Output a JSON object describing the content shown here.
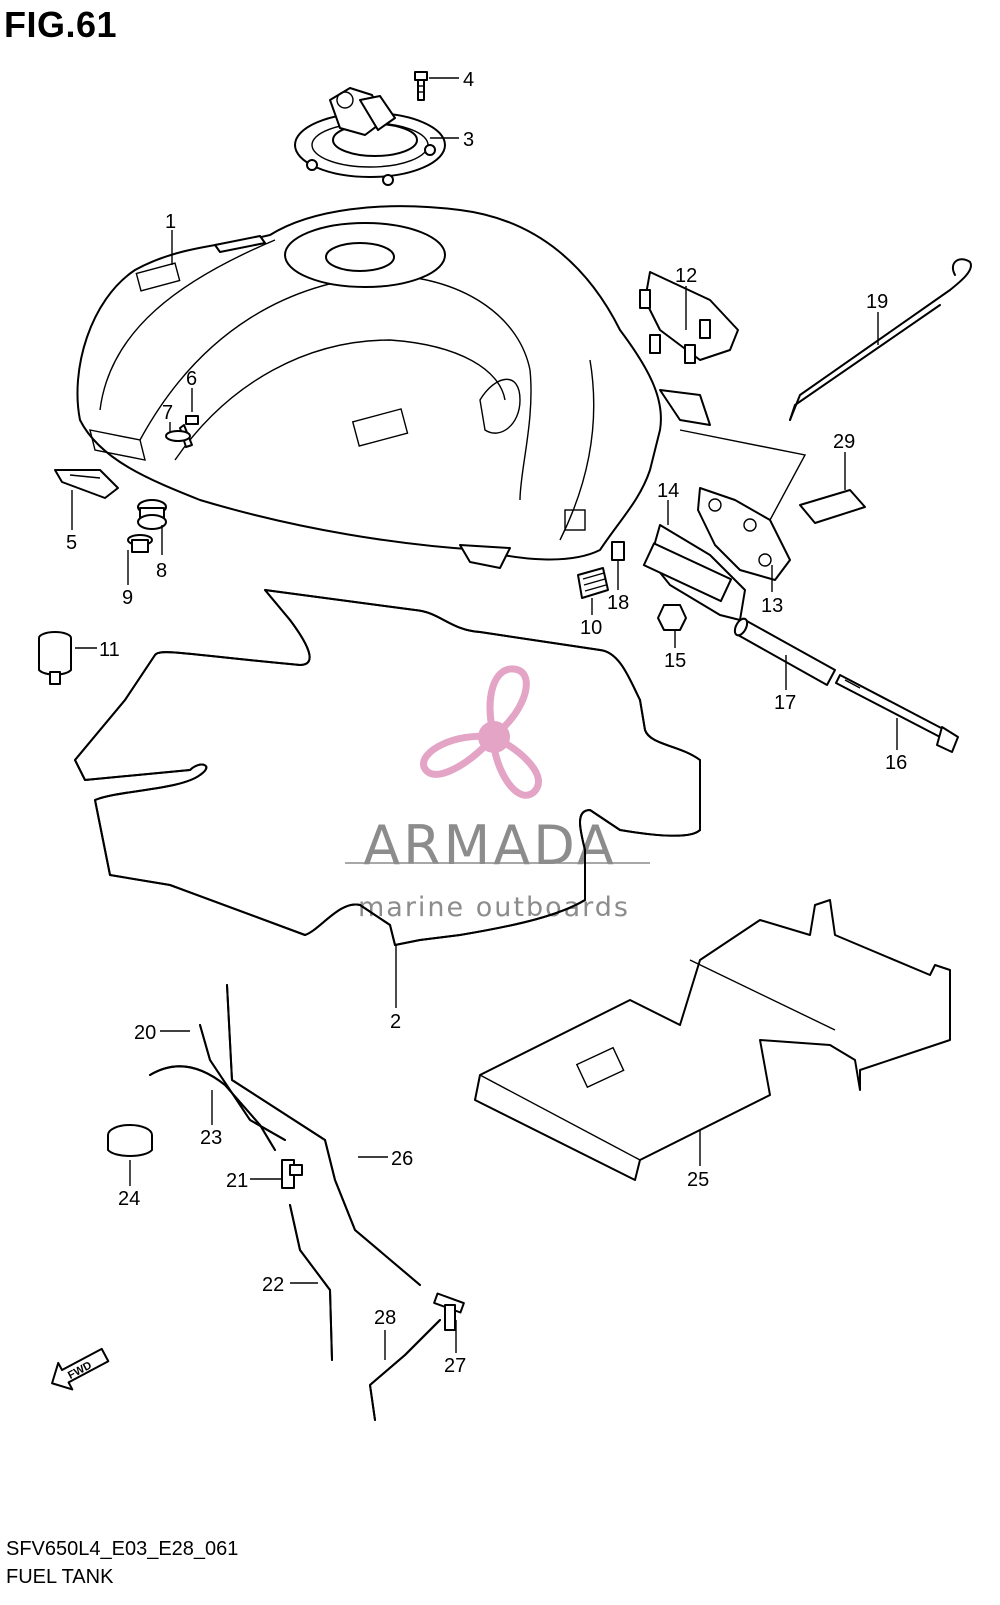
{
  "figure": {
    "title": "FIG.61",
    "code": "SFV650L4_E03_E28_061",
    "name": "FUEL TANK"
  },
  "watermark": {
    "brand": "ARMADA",
    "tagline": "marine outboards",
    "logo_icon": "propeller-icon",
    "logo_color": "#e3a4c6",
    "text_color": "#8c8c8c"
  },
  "direction_marker": {
    "icon": "forward-arrow-icon",
    "label": "FWD"
  },
  "callouts": [
    "1",
    "2",
    "3",
    "4",
    "5",
    "6",
    "7",
    "8",
    "9",
    "10",
    "11",
    "12",
    "13",
    "14",
    "15",
    "16",
    "17",
    "18",
    "19",
    "20",
    "21",
    "22",
    "23",
    "24",
    "25",
    "26",
    "27",
    "28",
    "29"
  ]
}
